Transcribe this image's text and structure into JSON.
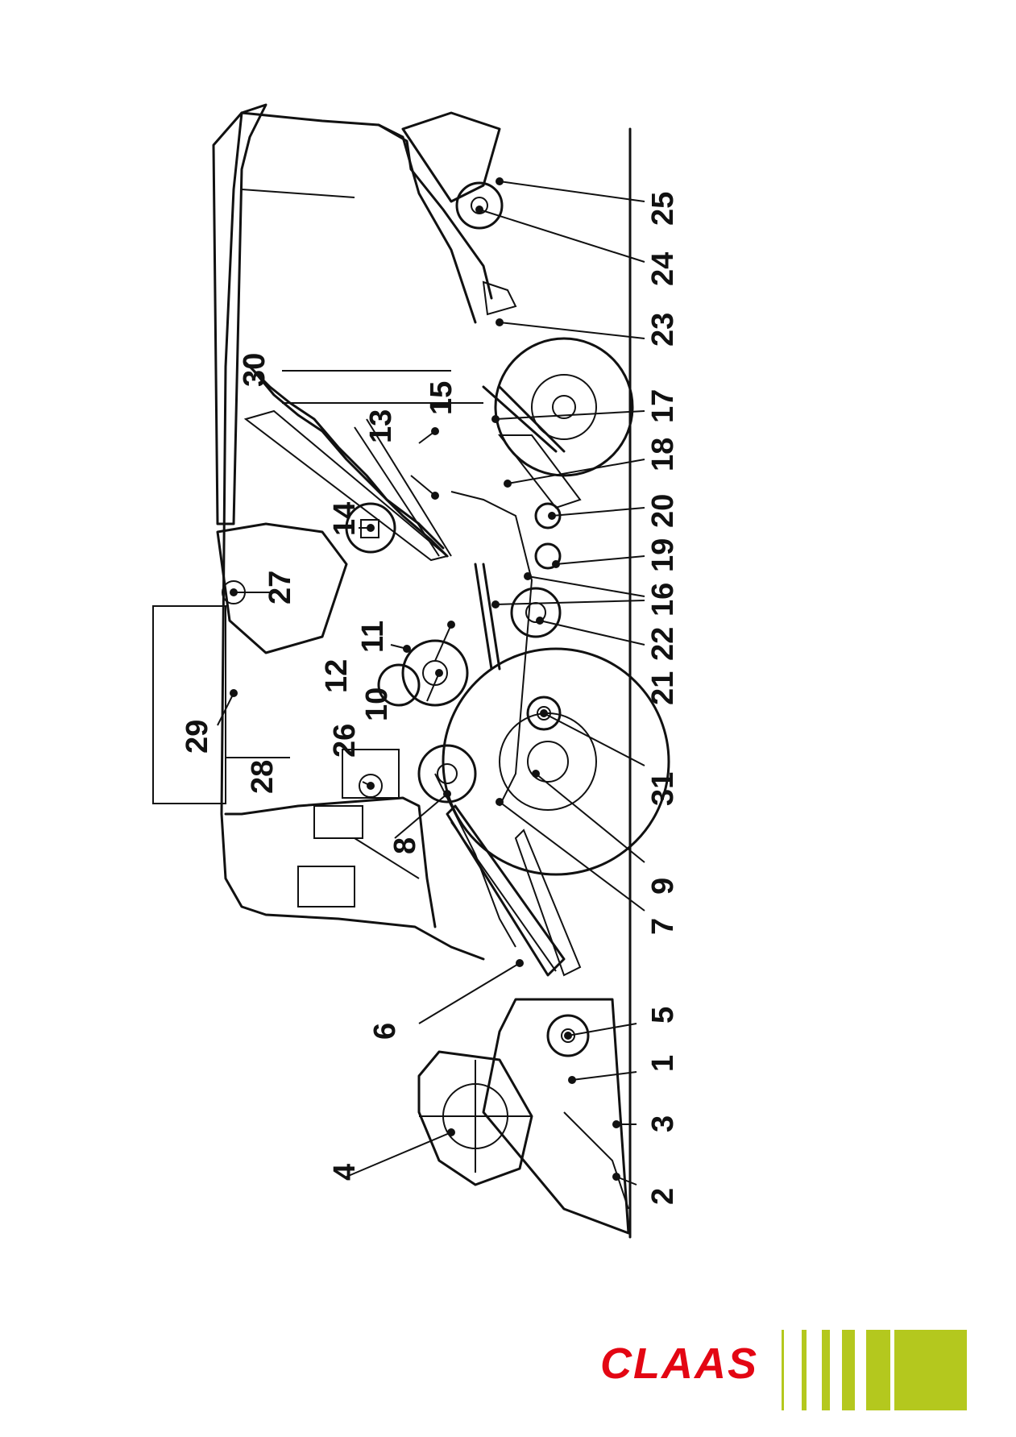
{
  "labels": [
    "1",
    "2",
    "3",
    "4",
    "5",
    "6",
    "7",
    "8",
    "9",
    "10",
    "11",
    "12",
    "13",
    "14",
    "15",
    "16",
    "17",
    "18",
    "19",
    "20",
    "21",
    "22",
    "23",
    "24",
    "25",
    "26",
    "27",
    "28",
    "29",
    "30",
    "31"
  ],
  "brand": {
    "name": "CLAAS",
    "text_color": "#e30613",
    "stripe_color": "#b4c81e"
  }
}
